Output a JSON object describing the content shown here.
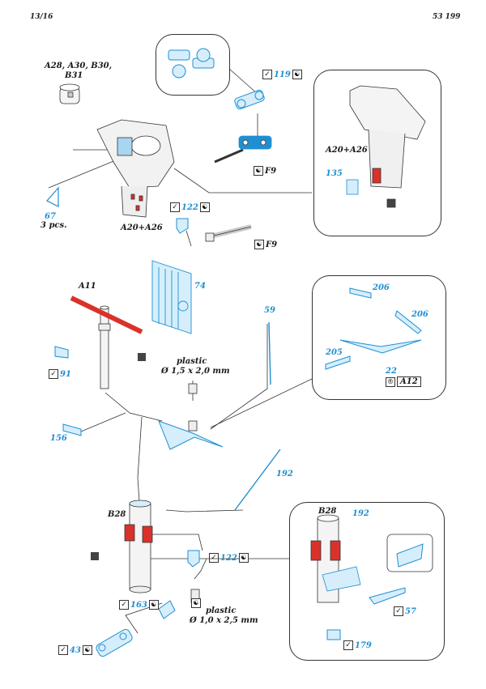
{
  "header": {
    "page": "13/16",
    "code": "53 199"
  },
  "labels": {
    "a28": "A28, A30, B30,",
    "b31": "B31",
    "p67": "67",
    "pcs": "3 pcs.",
    "a20_main": "A20+A26",
    "a20_inset": "A20+A26",
    "p119": "119",
    "p122a": "122",
    "p135": "135",
    "f9a": "F9",
    "f9b": "F9",
    "a11": "A11",
    "p74": "74",
    "p59": "59",
    "p91": "91",
    "plastic1": "plastic",
    "dim1": "Ø 1,5 x 2,0 mm",
    "p156": "156",
    "p206a": "206",
    "p206b": "206",
    "p205": "205",
    "p22": "22",
    "a12": "A12",
    "p192a": "192",
    "b28a": "B28",
    "p122b": "122",
    "p163": "163",
    "plastic2": "plastic",
    "dim2": "Ø 1,0 x 2,5 mm",
    "p43": "43",
    "b28b": "B28",
    "p192b": "192",
    "p57": "57",
    "p179": "179"
  },
  "colors": {
    "photo_etch": "#1f8fd1",
    "paint_red": "#d9322b",
    "line": "#333333"
  }
}
